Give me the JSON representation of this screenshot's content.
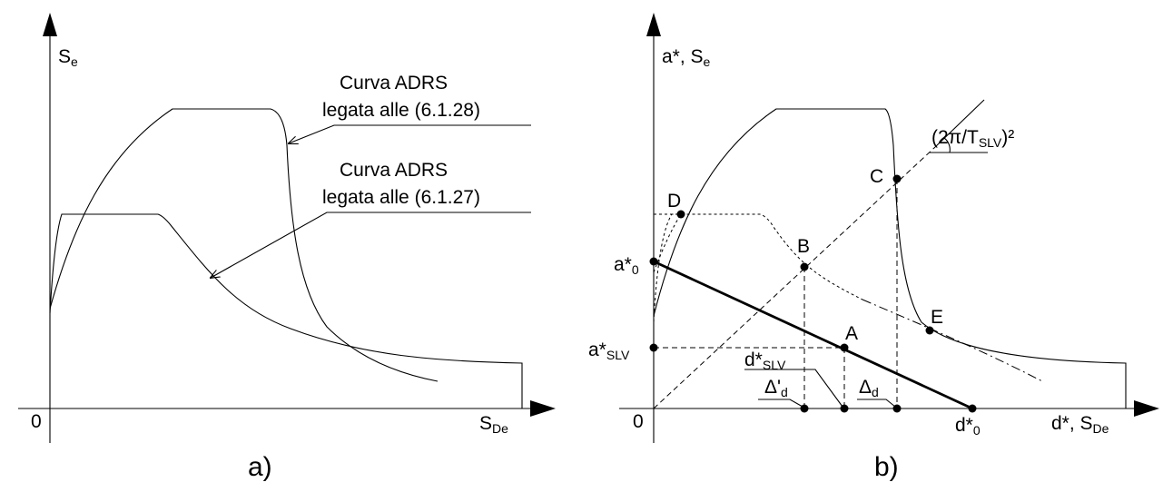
{
  "panel_a": {
    "y_axis_label": "S",
    "y_axis_sub": "e",
    "x_axis_label": "S",
    "x_axis_sub": "De",
    "origin": "0",
    "caption": "a)",
    "annotation_upper": {
      "line1": "Curva ADRS",
      "line2": "legata alle (6.1.28)"
    },
    "annotation_lower": {
      "line1": "Curva ADRS",
      "line2": "legata alle (6.1.27)"
    }
  },
  "panel_b": {
    "y_axis_label": "a*, S",
    "y_axis_sub": "e",
    "x_axis_label": "d*, S",
    "x_axis_sub": "De",
    "origin": "0",
    "caption": "b)",
    "slope_label": {
      "pre": "(2π/T",
      "sub": "SLV",
      "post": ")²"
    },
    "points": {
      "A": "A",
      "B": "B",
      "C": "C",
      "D": "D",
      "E": "E"
    },
    "a0": {
      "main": "a*",
      "sub": "0"
    },
    "aslv": {
      "main": "a*",
      "sub": "SLV"
    },
    "d0": {
      "main": "d*",
      "sub": "0"
    },
    "dslv": {
      "main": "d*",
      "sub": "SLV"
    },
    "delta_prime": {
      "main": "Δ'",
      "sub": "d"
    },
    "delta": {
      "main": "Δ",
      "sub": "d"
    }
  }
}
